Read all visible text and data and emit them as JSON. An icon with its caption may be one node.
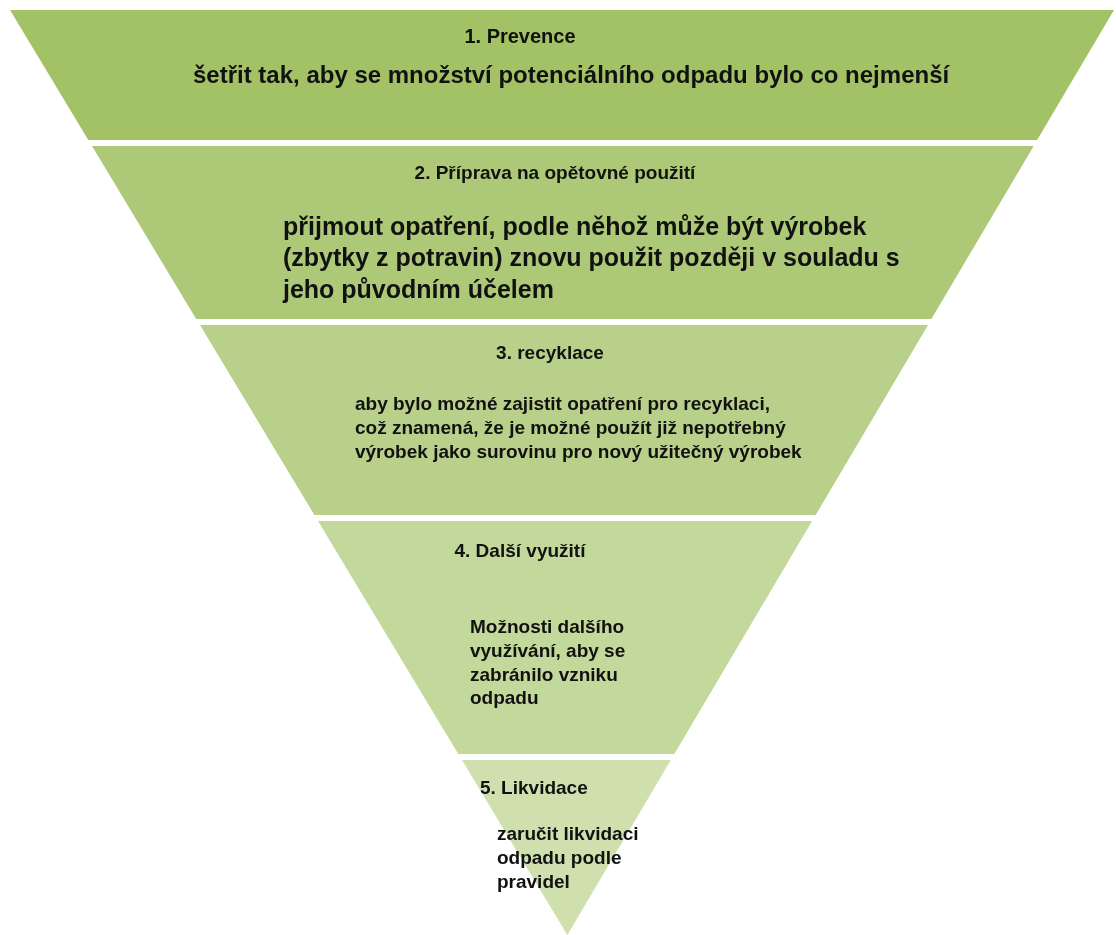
{
  "diagram": {
    "nodes": [
      {
        "text": [
          "1. Prevence",
          "šetřit tak, aby se množství potenciálního odpadu bylo co nejmenší"
        ]
      },
      {
        "text": [
          "2. Příprava na opětovné použití",
          "přijmout opatření, podle něhož může být výrobek (zbytky z potravin) znovu použit později v souladu s jeho původním účelem"
        ]
      },
      {
        "text": [
          "3. recyklace",
          "aby bylo možné zajistit opatření pro recyklaci, což znamená, že je možné použít již nepotřebný výrobek jako surovinu pro nový užitečný výrobek"
        ]
      },
      {
        "text": [
          "4. Další využití",
          "Možnosti dalšího využívání, aby se zabránilo vzniku odpadu"
        ]
      },
      {
        "text": [
          "5. Likvidace",
          "zaručit likvidaci odpadu podle pravidel"
        ]
      }
    ]
  }
}
